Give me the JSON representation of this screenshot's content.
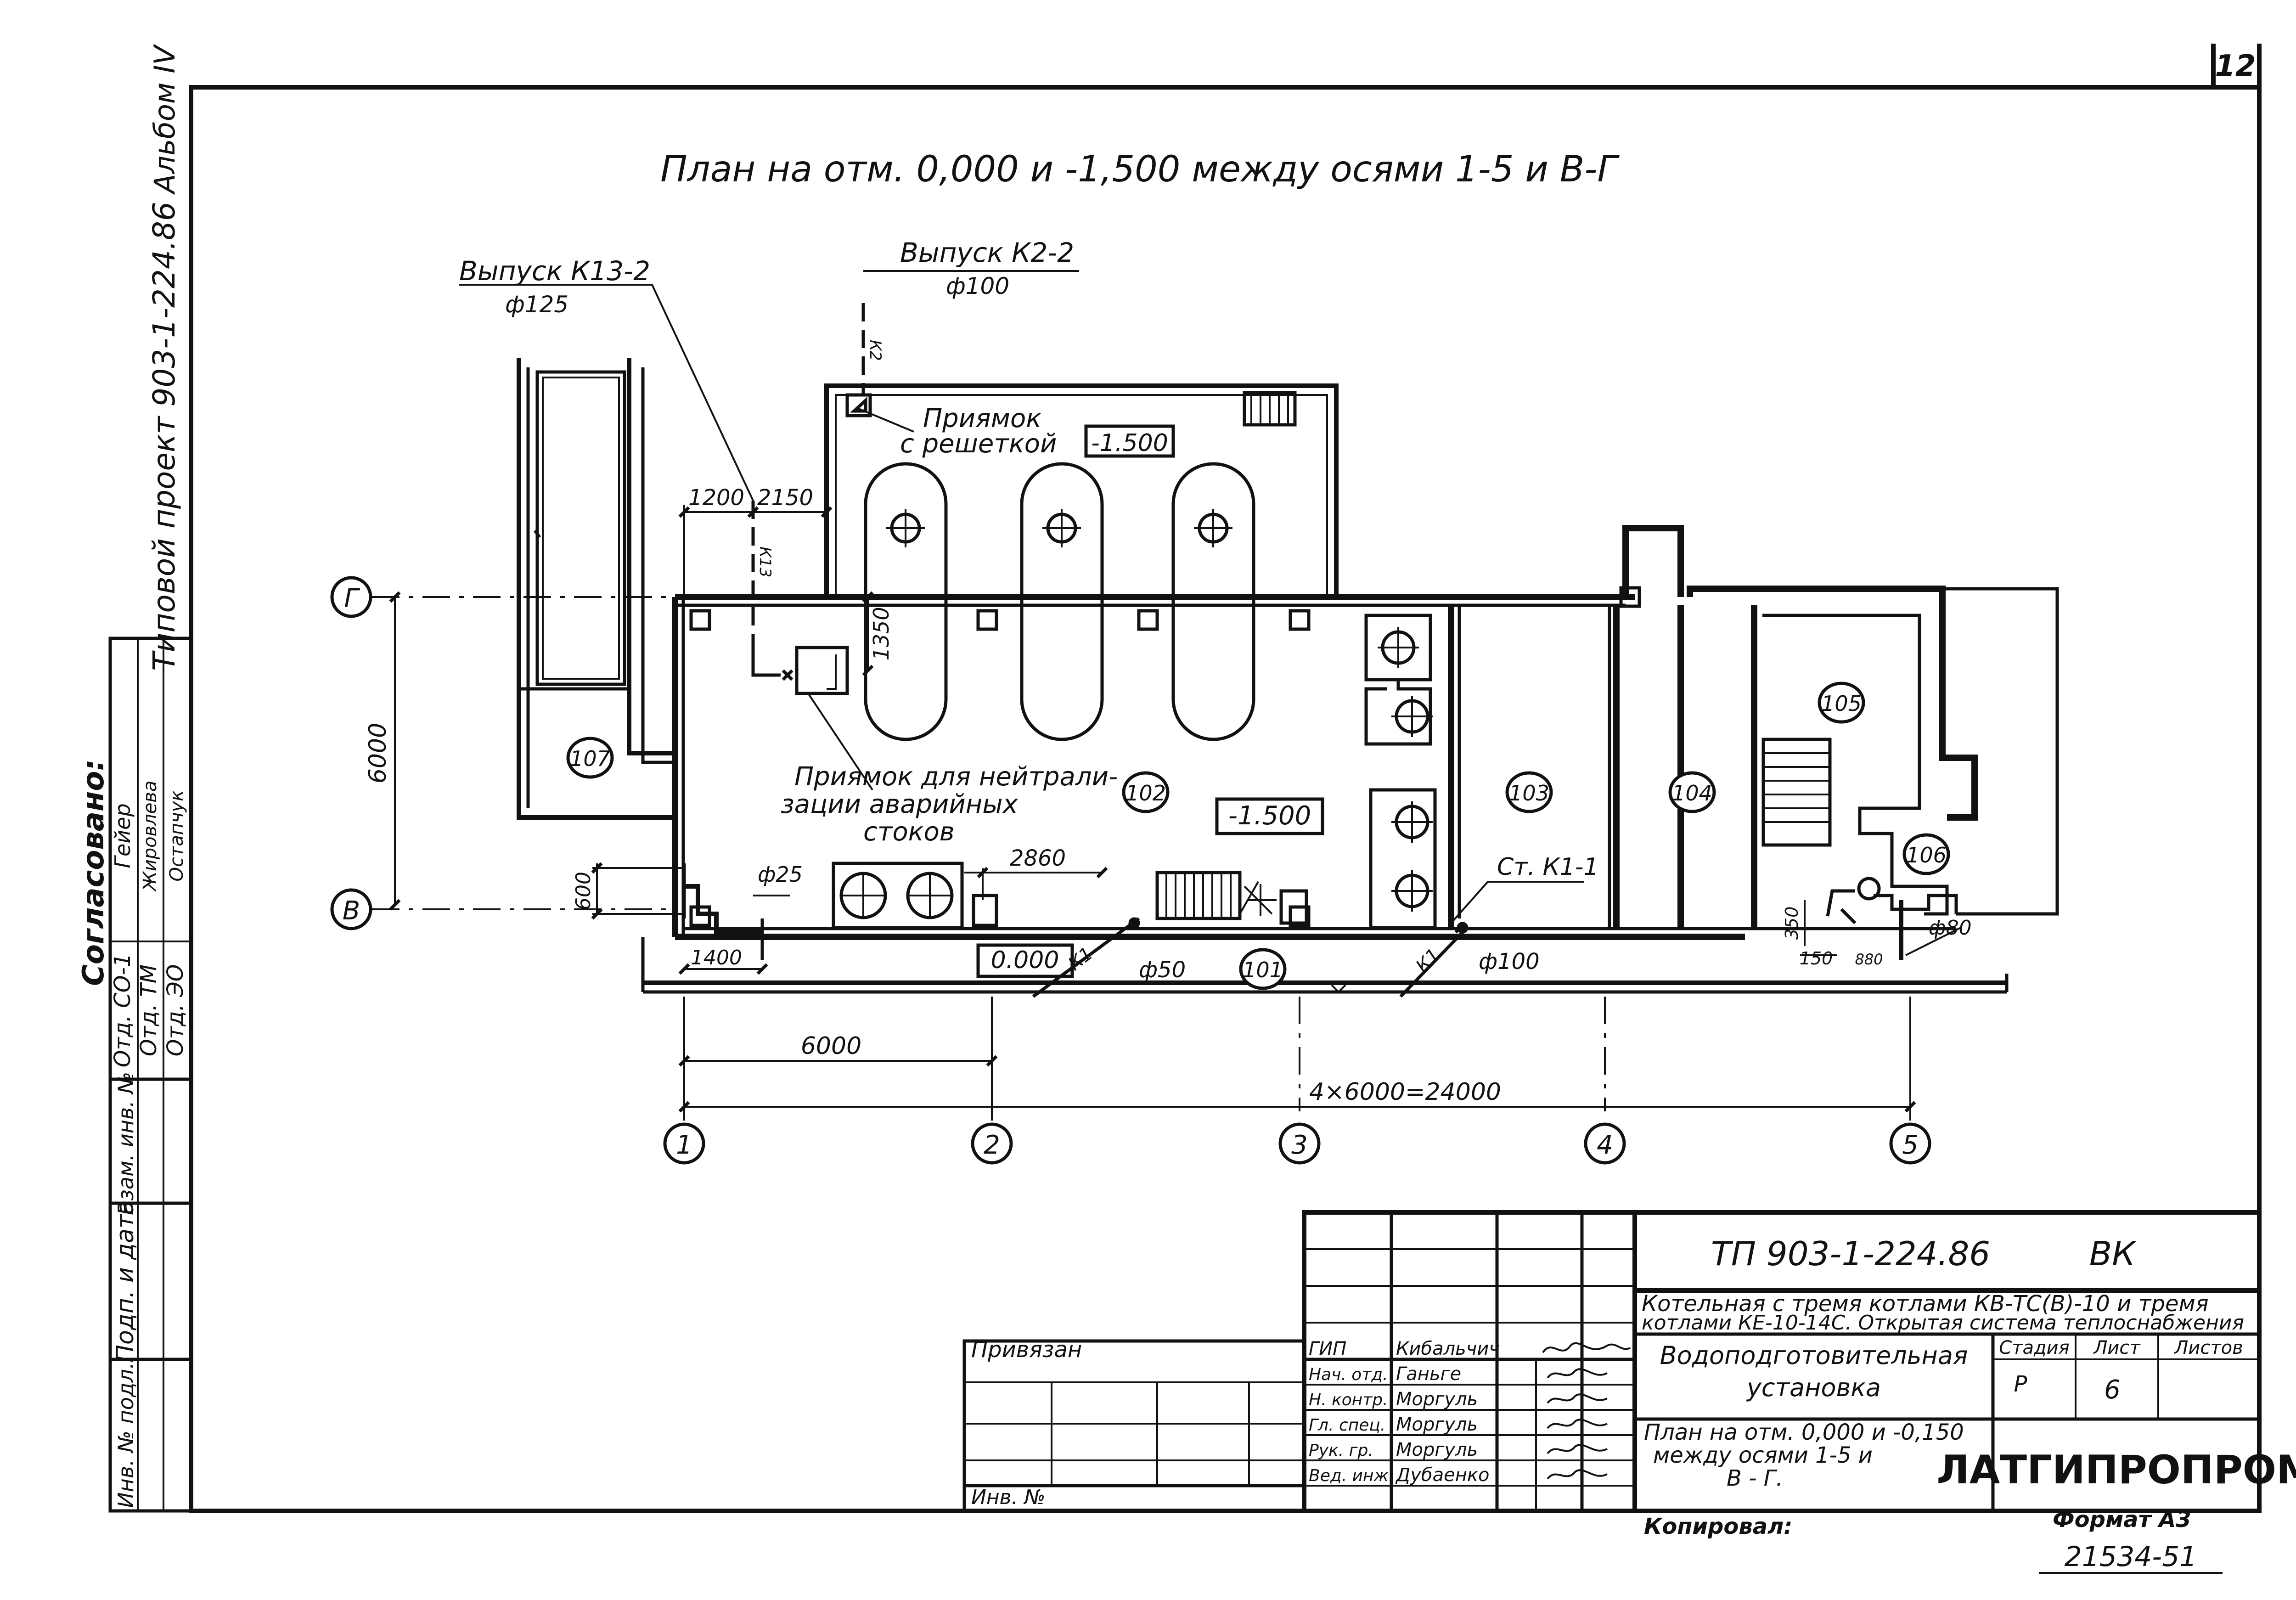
{
  "sheet": {
    "page_number": "12",
    "side_album": "Альбом IV",
    "side_project": "Типовой проект 903-1-224.86",
    "plan_title": "План на отм. 0,000 и -1,500 между осями 1-5 и В-Г",
    "copy_code": "21534-51"
  },
  "callouts": {
    "vypusk_k13_label": "Выпуск К13-2",
    "vypusk_k13_dia": "ф125",
    "vypusk_k2_label": "Выпуск К2-2",
    "vypusk_k2_dia": "ф100",
    "pit_grate_line1": "Приямок",
    "pit_grate_line2": "с решеткой",
    "pit_grate_level": "-1.500",
    "neutral_pit_line1": "Приямок для нейтрали-",
    "neutral_pit_line2": "зации аварийных",
    "neutral_pit_line3": "стоков",
    "level_102": "-1.500",
    "level_floor": "0.000",
    "st_k1": "Ст. К1-1",
    "pipe_k1_a": "К1",
    "pipe_k1_b": "К1",
    "pipe_k13": "К13",
    "pipe_k2": "К2",
    "dia_50": "ф50",
    "dia_100": "ф100",
    "dia_25": "ф25",
    "dia_80": "ф80"
  },
  "dims": {
    "d1200": "1200",
    "d2150": "2150",
    "d1350": "1350",
    "d2860": "2860",
    "d600": "600",
    "d1400": "1400",
    "d6000_v": "6000",
    "d6000_h": "6000",
    "d_total": "4×6000=24000",
    "d350": "350",
    "d150": "150",
    "d880": "880"
  },
  "axes": {
    "row_g": "Г",
    "row_v": "В",
    "col_1": "1",
    "col_2": "2",
    "col_3": "3",
    "col_4": "4",
    "col_5": "5"
  },
  "rooms": {
    "r101": "101",
    "r102": "102",
    "r103": "103",
    "r104": "104",
    "r105": "105",
    "r106": "106",
    "r107": "107"
  },
  "approval": {
    "title": "Согласовано:",
    "rows": [
      {
        "dept": "Отд. СО-1",
        "name": "Гейер"
      },
      {
        "dept": "Отд. ТМ",
        "name": "Жировлева"
      },
      {
        "dept": "Отд. ЭО",
        "name": "Остапчук"
      }
    ],
    "field_vzam": "Взам. инв. №",
    "field_podp": "Подп. и дата",
    "field_inv": "Инв. № подл."
  },
  "title_block": {
    "code": "ТП 903-1-224.86",
    "mark": "ВК",
    "object_line1": "Котельная с тремя котлами КВ-ТС(В)-10 и тремя",
    "object_line2": "котлами КЕ-10-14С. Открытая система теплоснабжения",
    "section_line1": "Водоподготовительная",
    "section_line2": "установка",
    "sheet_line1": "План на отм. 0,000 и -0,150",
    "sheet_line2": "между осями 1-5 и",
    "sheet_line3": "В - Г.",
    "stage_label": "Стадия",
    "list_label": "Лист",
    "lists_label": "Листов",
    "stage_value": "Р",
    "list_value": "6",
    "org": "ЛАТГИПРОПРОМ",
    "privyazan": "Привязан",
    "inv_no": "Инв. №",
    "copied": "Копировал:",
    "format": "Формат А3",
    "staff": [
      {
        "role": "ГИП",
        "name": "Кибальчич"
      },
      {
        "role": "Нач. отд.",
        "name": "Ганьге"
      },
      {
        "role": "Н. контр.",
        "name": "Моргуль"
      },
      {
        "role": "Гл. спец.",
        "name": "Моргуль"
      },
      {
        "role": "Рук. гр.",
        "name": "Моргуль"
      },
      {
        "role": "Вед. инж.",
        "name": "Дубаенко"
      }
    ]
  }
}
